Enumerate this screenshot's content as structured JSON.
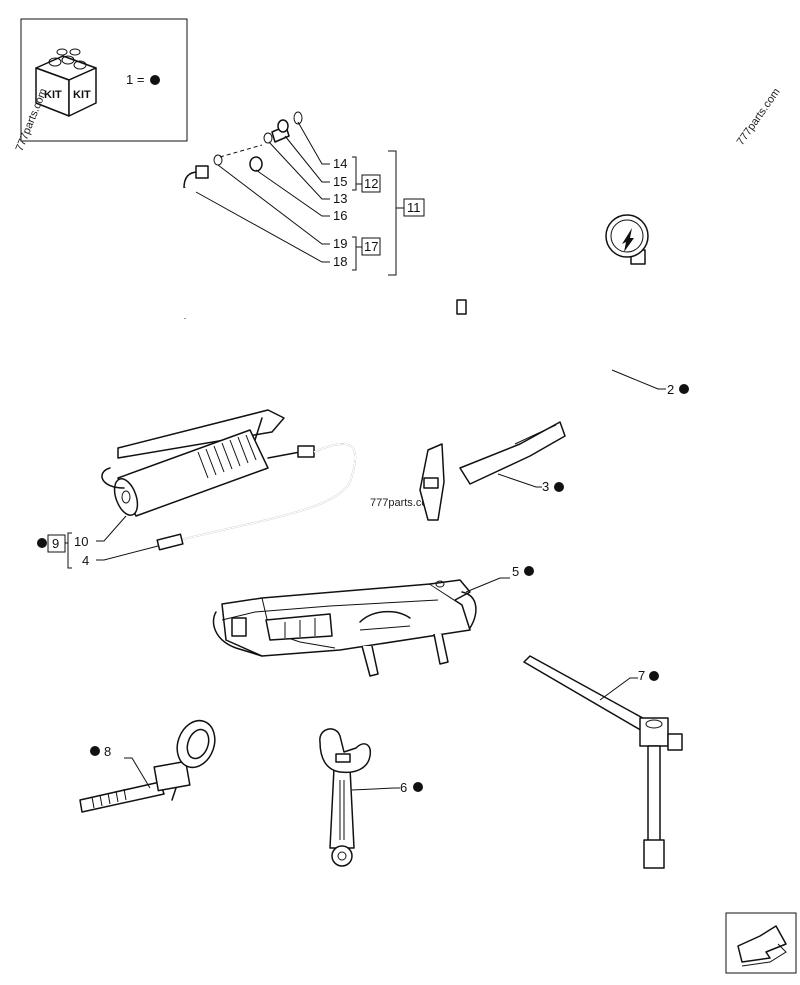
{
  "legend": {
    "kit_label": "KIT",
    "equation": "1 ="
  },
  "watermarks": [
    "777parts.com",
    "777parts.com",
    "777parts.com"
  ],
  "callouts": {
    "c14": "14",
    "c15": "15",
    "c12": "12",
    "c13": "13",
    "c16": "16",
    "c11": "11",
    "c19": "19",
    "c17": "17",
    "c18": "18",
    "c2": "2",
    "c3": "3",
    "c9": "9",
    "c10": "10",
    "c4": "4",
    "c5": "5",
    "c7": "7",
    "c8": "8",
    "c6": "6"
  },
  "nav": {
    "icon": "next-page-arrow-icon"
  }
}
